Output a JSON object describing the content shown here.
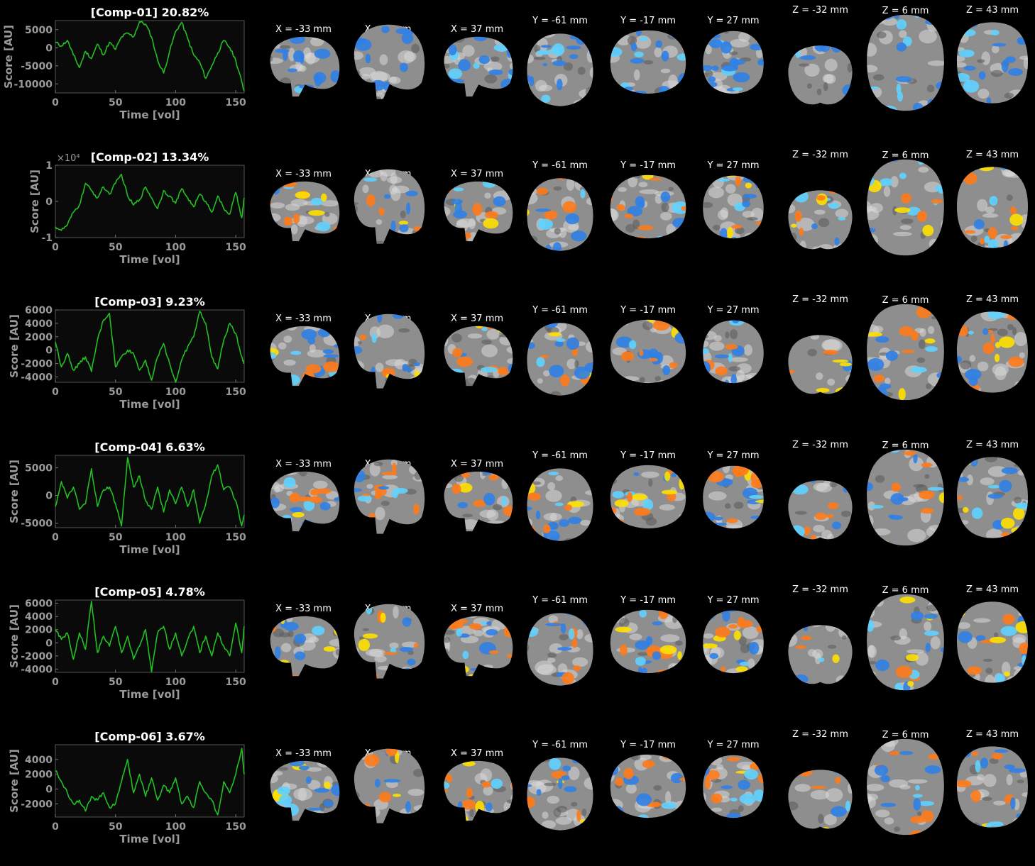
{
  "axes": {
    "xlabel": "Time [vol]",
    "ylabel": "Score [AU]"
  },
  "slices": [
    {
      "label": "X = -33 mm",
      "view": "sagittal-left"
    },
    {
      "label": "X = 2 mm",
      "view": "sagittal-mid"
    },
    {
      "label": "X = 37 mm",
      "view": "sagittal-right"
    },
    {
      "label": "Y = -61 mm",
      "view": "coronal-post"
    },
    {
      "label": "Y = -17 mm",
      "view": "coronal-mid"
    },
    {
      "label": "Y = 27 mm",
      "view": "coronal-ant"
    },
    {
      "label": "Z = -32 mm",
      "view": "axial-low"
    },
    {
      "label": "Z = 6 mm",
      "view": "axial-mid"
    },
    {
      "label": "Z = 43 mm",
      "view": "axial-high"
    }
  ],
  "colors": {
    "trace": "#22c022",
    "axis_text": "#9a9a9a",
    "plot_bg": "#0a0a0a",
    "positive": "#ff7a1a",
    "positive_hot": "#ffe000",
    "negative": "#2f7fe6",
    "negative_hot": "#5fd2ff",
    "brain": "#8e8e8e"
  },
  "chart_data": [
    {
      "type": "line",
      "title": "[Comp-01] 20.82%",
      "xlim": [
        0,
        157
      ],
      "ylim": [
        -12500,
        7500
      ],
      "yticks": [
        5000,
        0,
        -5000,
        -10000
      ],
      "ytick_labels": [
        "5000",
        "0",
        "-5000",
        "-10000"
      ],
      "xticks": [
        0,
        50,
        100,
        150
      ],
      "exponent": "",
      "x": [
        0,
        5,
        10,
        15,
        20,
        25,
        30,
        35,
        40,
        45,
        50,
        55,
        60,
        65,
        70,
        75,
        80,
        85,
        90,
        95,
        100,
        105,
        110,
        115,
        120,
        125,
        130,
        135,
        140,
        145,
        150,
        155,
        157
      ],
      "y": [
        1500,
        500,
        2000,
        -2000,
        -5500,
        -1000,
        -3000,
        1000,
        -2000,
        1500,
        -500,
        3000,
        4000,
        3000,
        7200,
        6500,
        3000,
        -3500,
        -7000,
        -1000,
        4500,
        7000,
        2500,
        -2000,
        -4000,
        -8500,
        -5000,
        -1500,
        2000,
        0,
        -3500,
        -9500,
        -12000
      ]
    },
    {
      "type": "line",
      "title": "[Comp-02] 13.34%",
      "xlim": [
        0,
        157
      ],
      "ylim": [
        -1,
        1
      ],
      "yticks": [
        1,
        0,
        -1
      ],
      "ytick_labels": [
        "1",
        "0",
        "-1"
      ],
      "xticks": [
        0,
        50,
        100,
        150
      ],
      "exponent": "×10⁴",
      "x": [
        0,
        5,
        10,
        15,
        20,
        25,
        30,
        35,
        40,
        45,
        50,
        55,
        60,
        65,
        70,
        75,
        80,
        85,
        90,
        95,
        100,
        105,
        110,
        115,
        120,
        125,
        130,
        135,
        140,
        145,
        150,
        155,
        157
      ],
      "y": [
        -0.7,
        -0.8,
        -0.65,
        -0.3,
        -0.1,
        0.5,
        0.3,
        0.1,
        0.4,
        0.2,
        0.5,
        0.75,
        0.15,
        -0.1,
        0.05,
        0.4,
        0.1,
        -0.2,
        0.3,
        0.15,
        -0.05,
        0.35,
        0.1,
        -0.15,
        0.2,
        0.0,
        -0.3,
        0.15,
        -0.2,
        -0.35,
        0.25,
        -0.45,
        0.1
      ]
    },
    {
      "type": "line",
      "title": "[Comp-03] 9.23%",
      "xlim": [
        0,
        157
      ],
      "ylim": [
        -4800,
        6000
      ],
      "yticks": [
        6000,
        4000,
        2000,
        0,
        -2000,
        -4000
      ],
      "ytick_labels": [
        "6000",
        "4000",
        "2000",
        "0",
        "-2000",
        "-4000"
      ],
      "xticks": [
        0,
        50,
        100,
        150
      ],
      "exponent": "",
      "x": [
        0,
        5,
        10,
        15,
        20,
        25,
        30,
        35,
        40,
        45,
        50,
        55,
        60,
        65,
        70,
        75,
        80,
        85,
        90,
        95,
        100,
        105,
        110,
        115,
        120,
        125,
        130,
        135,
        140,
        145,
        150,
        155,
        157
      ],
      "y": [
        1200,
        -2500,
        -500,
        -3000,
        -2000,
        -1000,
        -3200,
        1500,
        4500,
        5500,
        -2500,
        -1000,
        0,
        -500,
        -3000,
        -1500,
        -4500,
        -1000,
        1000,
        -2000,
        -4800,
        -1500,
        500,
        2000,
        5800,
        4000,
        -1000,
        -2800,
        1500,
        4000,
        2500,
        -1000,
        -2000
      ]
    },
    {
      "type": "line",
      "title": "[Comp-04] 6.63%",
      "xlim": [
        0,
        157
      ],
      "ylim": [
        -5800,
        7200
      ],
      "yticks": [
        5000,
        0,
        -5000
      ],
      "ytick_labels": [
        "5000",
        "0",
        "-5000"
      ],
      "xticks": [
        0,
        50,
        100,
        150
      ],
      "exponent": "",
      "x": [
        0,
        5,
        10,
        15,
        20,
        25,
        30,
        35,
        40,
        45,
        50,
        55,
        60,
        65,
        70,
        75,
        80,
        85,
        90,
        95,
        100,
        105,
        110,
        115,
        120,
        125,
        130,
        135,
        140,
        145,
        150,
        155,
        157
      ],
      "y": [
        -2000,
        2500,
        -500,
        1500,
        -2500,
        -1500,
        4800,
        -2000,
        1000,
        1500,
        -1500,
        -5500,
        6800,
        1500,
        3500,
        -1000,
        -2500,
        1500,
        -3000,
        1000,
        -1500,
        1500,
        -2000,
        1000,
        -5000,
        -1500,
        3500,
        5500,
        1000,
        1500,
        -1000,
        -5500,
        -3500
      ]
    },
    {
      "type": "line",
      "title": "[Comp-05] 4.78%",
      "xlim": [
        0,
        157
      ],
      "ylim": [
        -4500,
        6500
      ],
      "yticks": [
        6000,
        4000,
        2000,
        0,
        -2000,
        -4000
      ],
      "ytick_labels": [
        "6000",
        "4000",
        "2000",
        "0",
        "-2000",
        "-4000"
      ],
      "xticks": [
        0,
        50,
        100,
        150
      ],
      "exponent": "",
      "x": [
        0,
        5,
        10,
        15,
        20,
        25,
        30,
        35,
        40,
        45,
        50,
        55,
        60,
        65,
        70,
        75,
        80,
        85,
        90,
        95,
        100,
        105,
        110,
        115,
        120,
        125,
        130,
        135,
        140,
        145,
        150,
        155,
        157
      ],
      "y": [
        2000,
        500,
        1500,
        -2500,
        1500,
        -1000,
        6300,
        -1500,
        1000,
        -500,
        2500,
        -1500,
        1000,
        -2500,
        -500,
        2000,
        -4400,
        1500,
        2500,
        -1000,
        1500,
        -2000,
        500,
        2500,
        -1500,
        1000,
        -2000,
        1500,
        -500,
        -2000,
        3000,
        -1500,
        2500
      ]
    },
    {
      "type": "line",
      "title": "[Comp-06] 3.67%",
      "xlim": [
        0,
        157
      ],
      "ylim": [
        -3800,
        6000
      ],
      "yticks": [
        4000,
        2000,
        0,
        -2000
      ],
      "ytick_labels": [
        "4000",
        "2000",
        "0",
        "-2000"
      ],
      "xticks": [
        0,
        50,
        100,
        150
      ],
      "exponent": "",
      "x": [
        0,
        5,
        10,
        15,
        20,
        25,
        30,
        35,
        40,
        45,
        50,
        55,
        60,
        65,
        70,
        75,
        80,
        85,
        90,
        95,
        100,
        105,
        110,
        115,
        120,
        125,
        130,
        135,
        140,
        145,
        150,
        155,
        157
      ],
      "y": [
        2500,
        1000,
        -500,
        -2000,
        -1500,
        -3000,
        -1000,
        -1500,
        -500,
        -2500,
        -2000,
        1000,
        4000,
        -500,
        2000,
        -1000,
        1500,
        -1500,
        500,
        -500,
        1500,
        -2000,
        -1000,
        -2500,
        1000,
        -500,
        -1500,
        -3500,
        1000,
        -500,
        2000,
        5500,
        2000
      ]
    }
  ]
}
